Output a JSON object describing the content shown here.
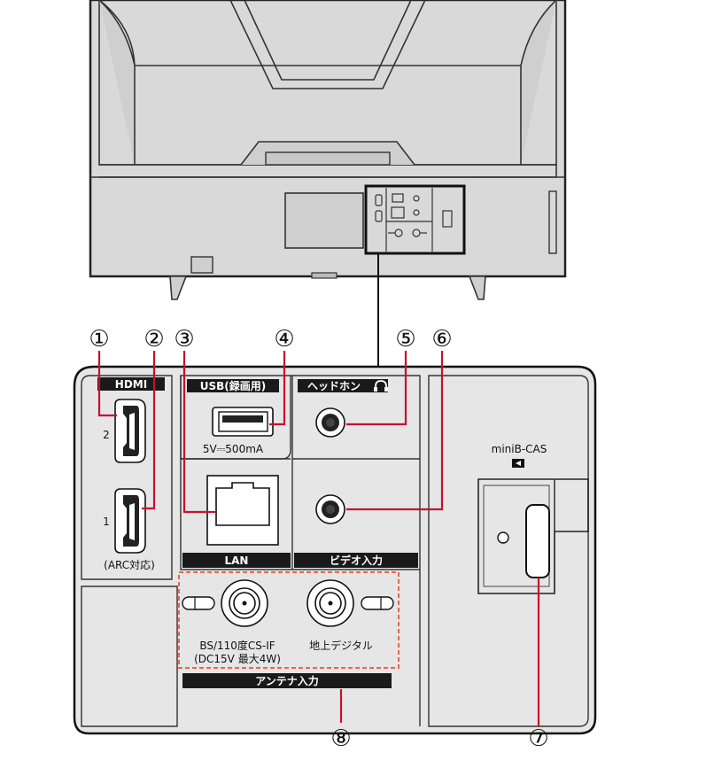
{
  "labels": {
    "hdmi": "HDMI",
    "hdmi_2": "2",
    "hdmi_1": "1",
    "hdmi_arc": "(ARC対応)",
    "usb": "USB(録画用)",
    "usb_rating": "5V⎓500mA",
    "lan": "LAN",
    "headphone": "ヘッドホン",
    "video_in": "ビデオ入力",
    "minib_cas": "miniB-CAS",
    "bs_cs_line1": "BS/110度CS-IF",
    "bs_cs_line2": "(DC15V 最大4W)",
    "terrestrial": "地上デジタル",
    "antenna_in": "アンテナ入力"
  },
  "callouts": [
    "①",
    "②",
    "③",
    "④",
    "⑤",
    "⑥",
    "⑦",
    "⑧"
  ],
  "colors": {
    "callout_line": "#c8102e",
    "antenna_outline": "#e5684e",
    "panel_fill": "#e6e6e6",
    "tv_fill": "#d8d8d8",
    "label_bar": "#1a1a1a"
  },
  "icons": [
    "headphone-icon",
    "card-insert-icon"
  ]
}
